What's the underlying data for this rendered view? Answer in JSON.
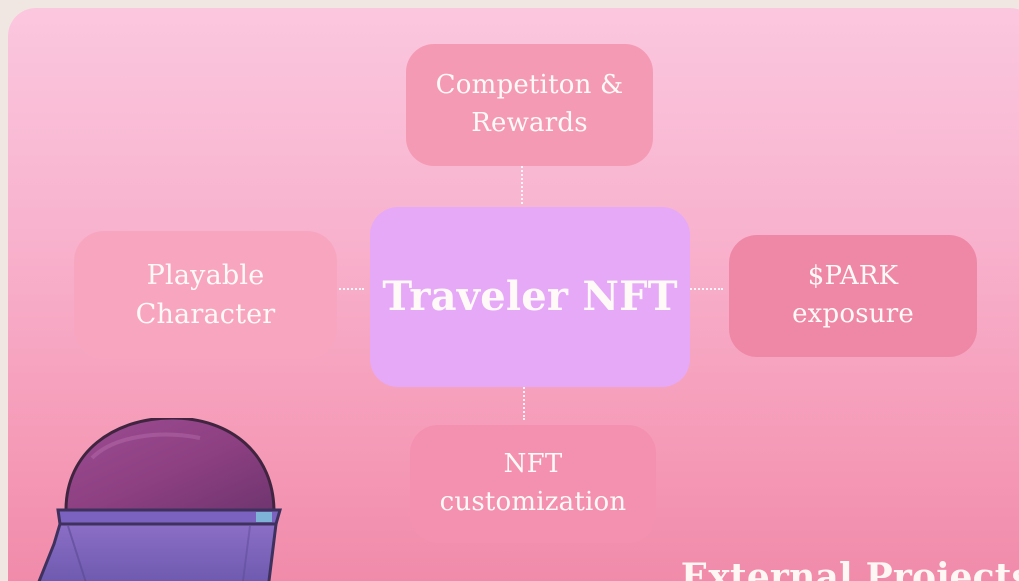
{
  "diagram": {
    "center": {
      "label": "Traveler NFT"
    },
    "nodes": {
      "top": {
        "label": "Competiton &\nRewards"
      },
      "left": {
        "label": "Playable\nCharacter"
      },
      "right": {
        "label": "$PARK\nexposure"
      },
      "bottom": {
        "label": "NFT\ncustomization"
      }
    }
  },
  "footer": {
    "label": "External Projects"
  },
  "colors": {
    "background": "#f1e7e2",
    "panel_top": "#fbc7df",
    "panel_bottom": "#f088a8",
    "node_top": "#f59ab4",
    "node_left": "#f8a6bf",
    "node_right": "#ef88a7",
    "node_bottom": "#f491b0",
    "center": "#e6a9f7",
    "text": "#fffaf8"
  },
  "icons": {
    "illustration": "character-helmet-icon"
  }
}
